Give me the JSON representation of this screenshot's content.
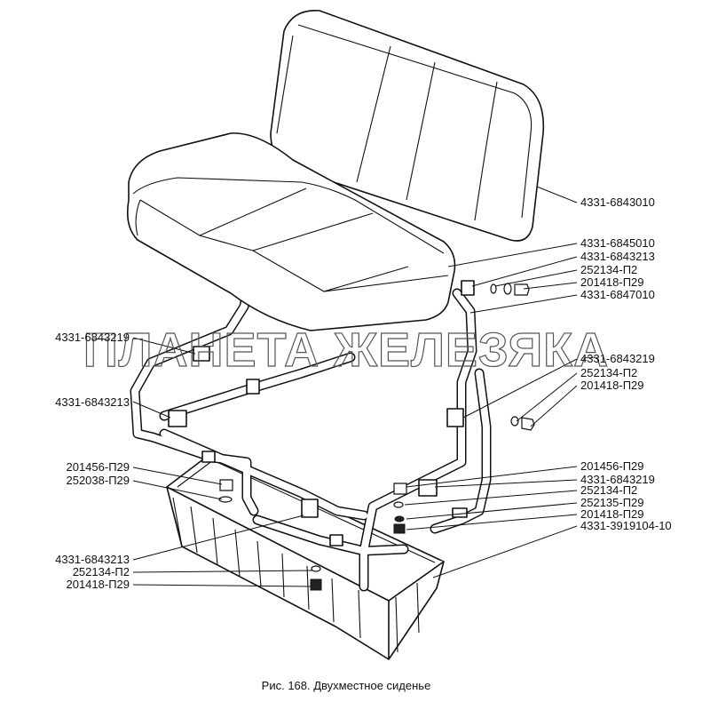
{
  "caption": "Рис. 168. Двухместное сиденье",
  "watermark": "ПЛАНЕТА ЖЕЛЕЗЯКА",
  "labels": {
    "backrest": "4331-6843010",
    "cushion": "4331-6845010",
    "bracket_top_right": "4331-6843213",
    "washer_top_right": "252134-П2",
    "bolt_top_right": "201418-П29",
    "frame": "4331-6847010",
    "clamp_left_upper": "4331-6843219",
    "clamp_right_mid": "4331-6843219",
    "washer_right_mid": "252134-П2",
    "bolt_right_mid": "201418-П29",
    "clamp_left_mid": "4331-6843213",
    "screw_left": "201456-П29",
    "washer_left": "252038-П29",
    "screw_right": "201456-П29",
    "clamp_right_low": "4331-6843219",
    "washer_right_low": "252134-П2",
    "spring_washer_right_low": "252135-П29",
    "bolt_right_low": "201418-П29",
    "box": "4331-3919104-10",
    "bracket_bottom_left": "4331-6843213",
    "washer_bottom_left": "252134-П2",
    "bolt_bottom_left": "201418-П29"
  }
}
